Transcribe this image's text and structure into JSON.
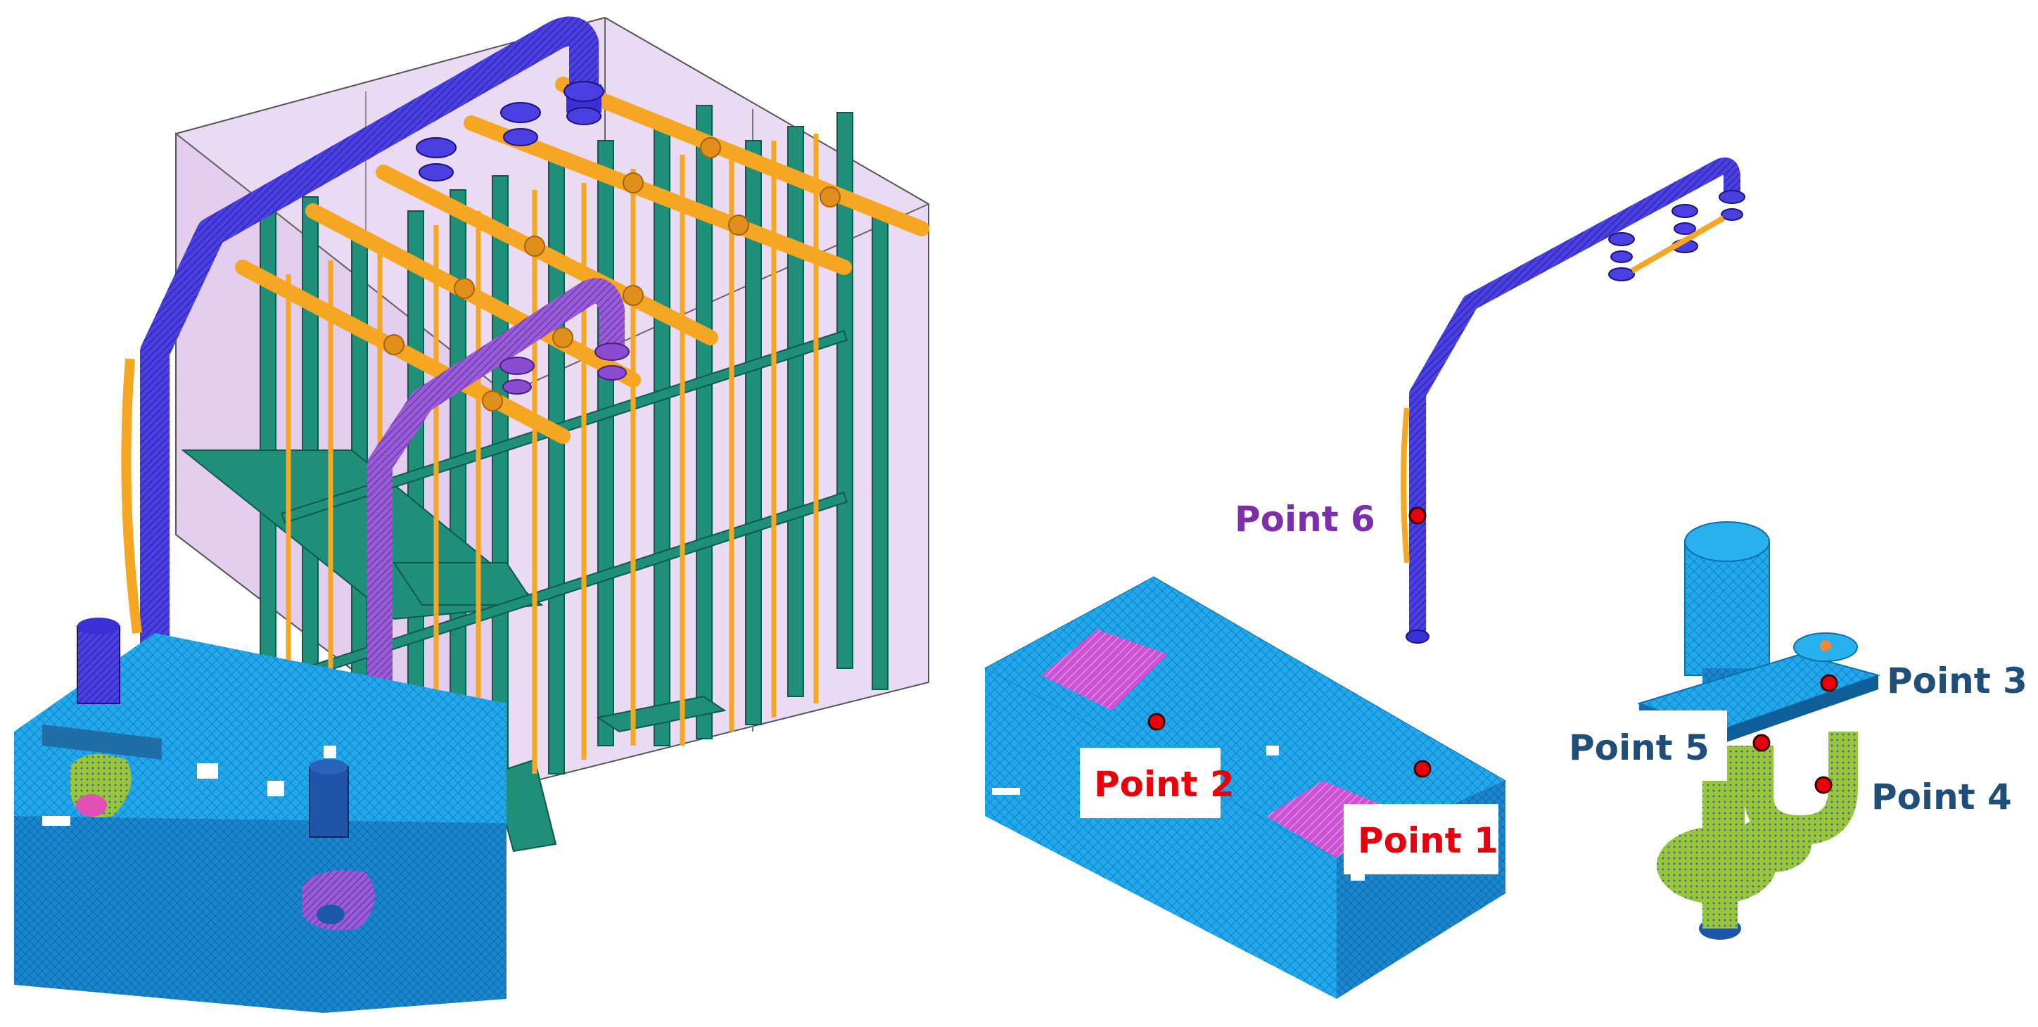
{
  "labels": {
    "point1": "Point 1",
    "point2": "Point 2",
    "point3": "Point 3",
    "point4": "Point 4",
    "point5": "Point 5",
    "point6": "Point 6"
  },
  "colors": {
    "point_red": "#e8000d",
    "point_navy": "#1f4e79",
    "point_purple": "#7b2fa8",
    "mesh_cyan": "#1fa2e6",
    "pipe_blue": "#3b2fd6",
    "pipe_purple": "#8a4bd1",
    "beam_orange": "#f5a623",
    "frame_green": "#1f8f7a",
    "room_pink": "#e9d3f3",
    "pump_green": "#9ac43a"
  }
}
